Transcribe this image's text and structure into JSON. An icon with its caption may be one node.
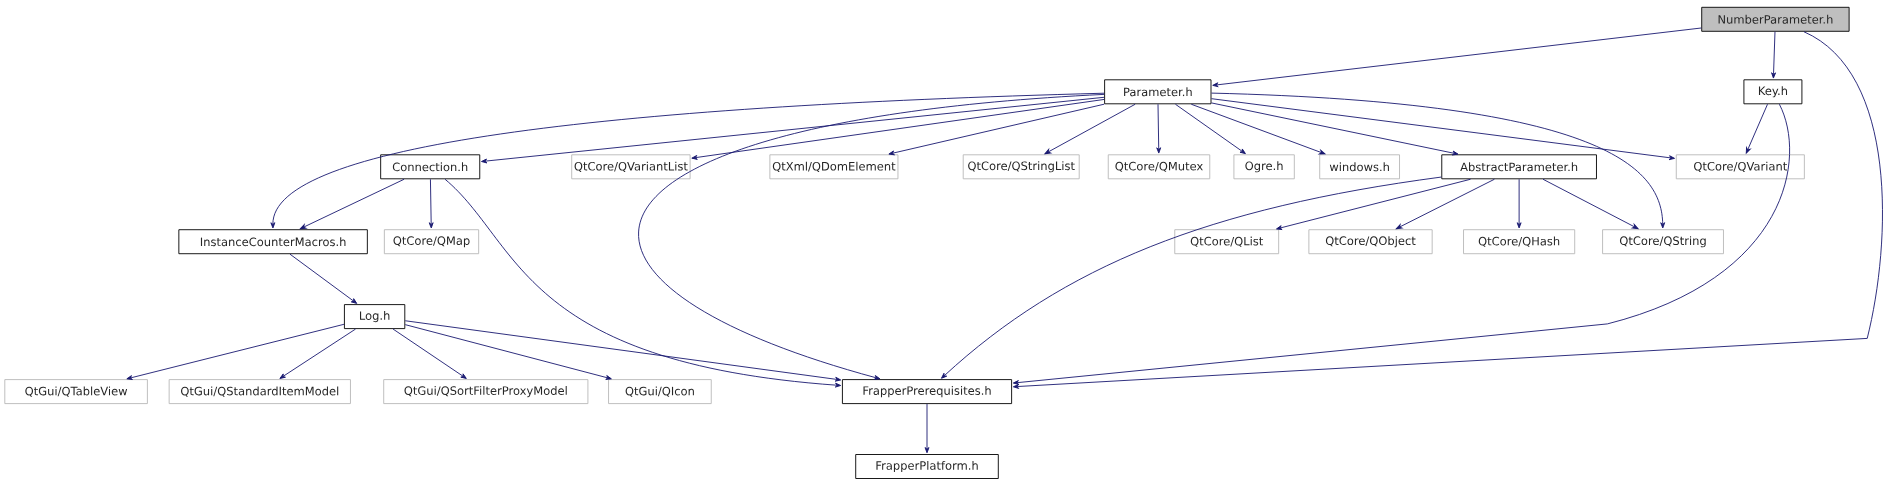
{
  "diagram": {
    "nodes": [
      {
        "text": [
          "NumberParameter.h"
        ]
      },
      {
        "text": [
          "Parameter.h"
        ]
      },
      {
        "text": [
          "Key.h"
        ]
      },
      {
        "text": [
          "Connection.h"
        ]
      },
      {
        "text": [
          "QtCore/QVariantList"
        ]
      },
      {
        "text": [
          "QtXml/QDomElement"
        ]
      },
      {
        "text": [
          "QtCore/QStringList"
        ]
      },
      {
        "text": [
          "QtCore/QMutex"
        ]
      },
      {
        "text": [
          "Ogre.h"
        ]
      },
      {
        "text": [
          "windows.h"
        ]
      },
      {
        "text": [
          "AbstractParameter.h"
        ]
      },
      {
        "text": [
          "QtCore/QVariant"
        ]
      },
      {
        "text": [
          "InstanceCounterMacros.h"
        ]
      },
      {
        "text": [
          "QtCore/QMap"
        ]
      },
      {
        "text": [
          "QtCore/QList"
        ]
      },
      {
        "text": [
          "QtCore/QObject"
        ]
      },
      {
        "text": [
          "QtCore/QHash"
        ]
      },
      {
        "text": [
          "QtCore/QString"
        ]
      },
      {
        "text": [
          "Log.h"
        ]
      },
      {
        "text": [
          "QtGui/QTableView"
        ]
      },
      {
        "text": [
          "QtGui/QStandardItemModel"
        ]
      },
      {
        "text": [
          "QtGui/QSortFilterProxyModel"
        ]
      },
      {
        "text": [
          "QtGui/QIcon"
        ]
      },
      {
        "text": [
          "FrapperPrerequisites.h"
        ]
      },
      {
        "text": [
          "FrapperPlatform.h"
        ]
      }
    ],
    "edges": [
      {
        "from": 0,
        "to": 1,
        "arrow": "to"
      },
      {
        "from": 0,
        "to": 2,
        "arrow": "to"
      },
      {
        "from": 0,
        "to": 23,
        "arrow": "to"
      },
      {
        "from": 1,
        "to": 12,
        "arrow": "to"
      },
      {
        "from": 1,
        "to": 3,
        "arrow": "to"
      },
      {
        "from": 1,
        "to": 4,
        "arrow": "to"
      },
      {
        "from": 1,
        "to": 5,
        "arrow": "to"
      },
      {
        "from": 1,
        "to": 6,
        "arrow": "to"
      },
      {
        "from": 1,
        "to": 7,
        "arrow": "to"
      },
      {
        "from": 1,
        "to": 8,
        "arrow": "to"
      },
      {
        "from": 1,
        "to": 9,
        "arrow": "to"
      },
      {
        "from": 1,
        "to": 10,
        "arrow": "to"
      },
      {
        "from": 1,
        "to": 11,
        "arrow": "to"
      },
      {
        "from": 1,
        "to": 17,
        "arrow": "to"
      },
      {
        "from": 1,
        "to": 23,
        "arrow": "to"
      },
      {
        "from": 2,
        "to": 11,
        "arrow": "to"
      },
      {
        "from": 2,
        "to": 23,
        "arrow": "to"
      },
      {
        "from": 3,
        "to": 12,
        "arrow": "to"
      },
      {
        "from": 3,
        "to": 13,
        "arrow": "to"
      },
      {
        "from": 3,
        "to": 23,
        "arrow": "to"
      },
      {
        "from": 10,
        "to": 23,
        "arrow": "to"
      },
      {
        "from": 10,
        "to": 14,
        "arrow": "to"
      },
      {
        "from": 10,
        "to": 15,
        "arrow": "to"
      },
      {
        "from": 10,
        "to": 16,
        "arrow": "to"
      },
      {
        "from": 10,
        "to": 17,
        "arrow": "to"
      },
      {
        "from": 12,
        "to": 18,
        "arrow": "to"
      },
      {
        "from": 18,
        "to": 19,
        "arrow": "to"
      },
      {
        "from": 18,
        "to": 20,
        "arrow": "to"
      },
      {
        "from": 18,
        "to": 21,
        "arrow": "to"
      },
      {
        "from": 18,
        "to": 22,
        "arrow": "to"
      },
      {
        "from": 18,
        "to": 23,
        "arrow": "to"
      },
      {
        "from": 23,
        "to": 24,
        "arrow": "to"
      }
    ]
  }
}
